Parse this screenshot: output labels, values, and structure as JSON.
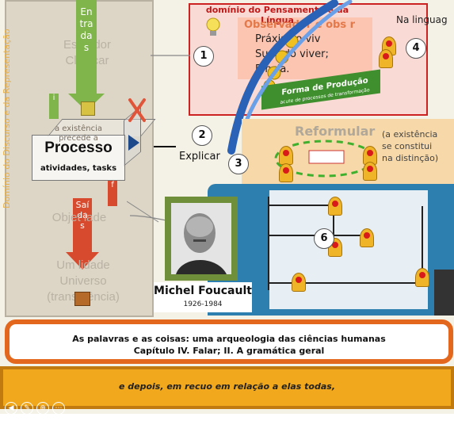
{
  "left_panel": {
    "vertical_title": "Domínio do Discurso e da Representação",
    "espec_line1": "Espe   dor",
    "espec_line2": "Clas   car",
    "existencia_line1": "a existência",
    "existencia_line2": "precede a",
    "processo": "Processo",
    "atividades": "atividades, tasks",
    "objet": "Objet   lade",
    "unid_line1": "Um   lidade",
    "unid_line2": "Universo",
    "unid_line3": "(trans   dência)",
    "entradas": "Entradas",
    "saidas": "Saídas",
    "i_label": "i",
    "f_label": "f"
  },
  "top": {
    "dominio": "domínio do Pensamento e da Língua",
    "observador": "Observador e obs   r",
    "praxis": "Práxis do viv",
    "sucesso": "Suce   do viver;",
    "experiencia": "E   ncia.",
    "na_linguagem": "Na linguag",
    "forma": "Forma de Produção",
    "forma_sub": "acute de processos de transformação"
  },
  "middle": {
    "reformular": "Reformular",
    "existencia_line1": "(a existência",
    "existencia_line2": "se constitui",
    "existencia_line3": "na distinção)",
    "explicar": "Explicar"
  },
  "numbers": [
    "1",
    "2",
    "3",
    "4",
    "6"
  ],
  "portrait": {
    "name": "Michel Foucault",
    "years": "1926-1984"
  },
  "book": {
    "title": "As palavras e as coisas: uma arqueologia das ciências humanas",
    "chapter": "Capítulo IV. Falar; II. A gramática geral"
  },
  "quote": "e depois, em recuo em relação a elas todas,",
  "colors": {
    "green_arrow": "#7fb54a",
    "red_arrow": "#d84a2e",
    "orange_border": "#e3671c",
    "yellow_bar": "#f2a81c",
    "blue_panel": "#2d7fb0"
  }
}
